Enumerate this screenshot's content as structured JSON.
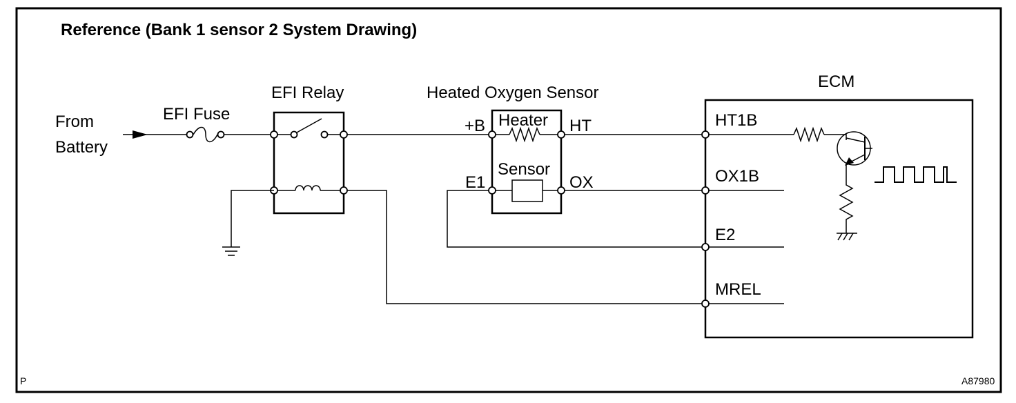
{
  "title": "Reference (Bank 1 sensor 2 System Drawing)",
  "battery": {
    "line1": "From",
    "line2": "Battery"
  },
  "fuse": "EFI Fuse",
  "relay": "EFI Relay",
  "sensor": {
    "name": "Heated Oxygen Sensor",
    "heater": "Heater",
    "element": "Sensor",
    "pin_b": "+B",
    "pin_e1": "E1",
    "pin_ht": "HT",
    "pin_ox": "OX"
  },
  "ecm": {
    "name": "ECM",
    "ht1b": "HT1B",
    "ox1b": "OX1B",
    "e2": "E2",
    "mrel": "MREL"
  },
  "corner_left": "P",
  "figure_code": "A87980"
}
